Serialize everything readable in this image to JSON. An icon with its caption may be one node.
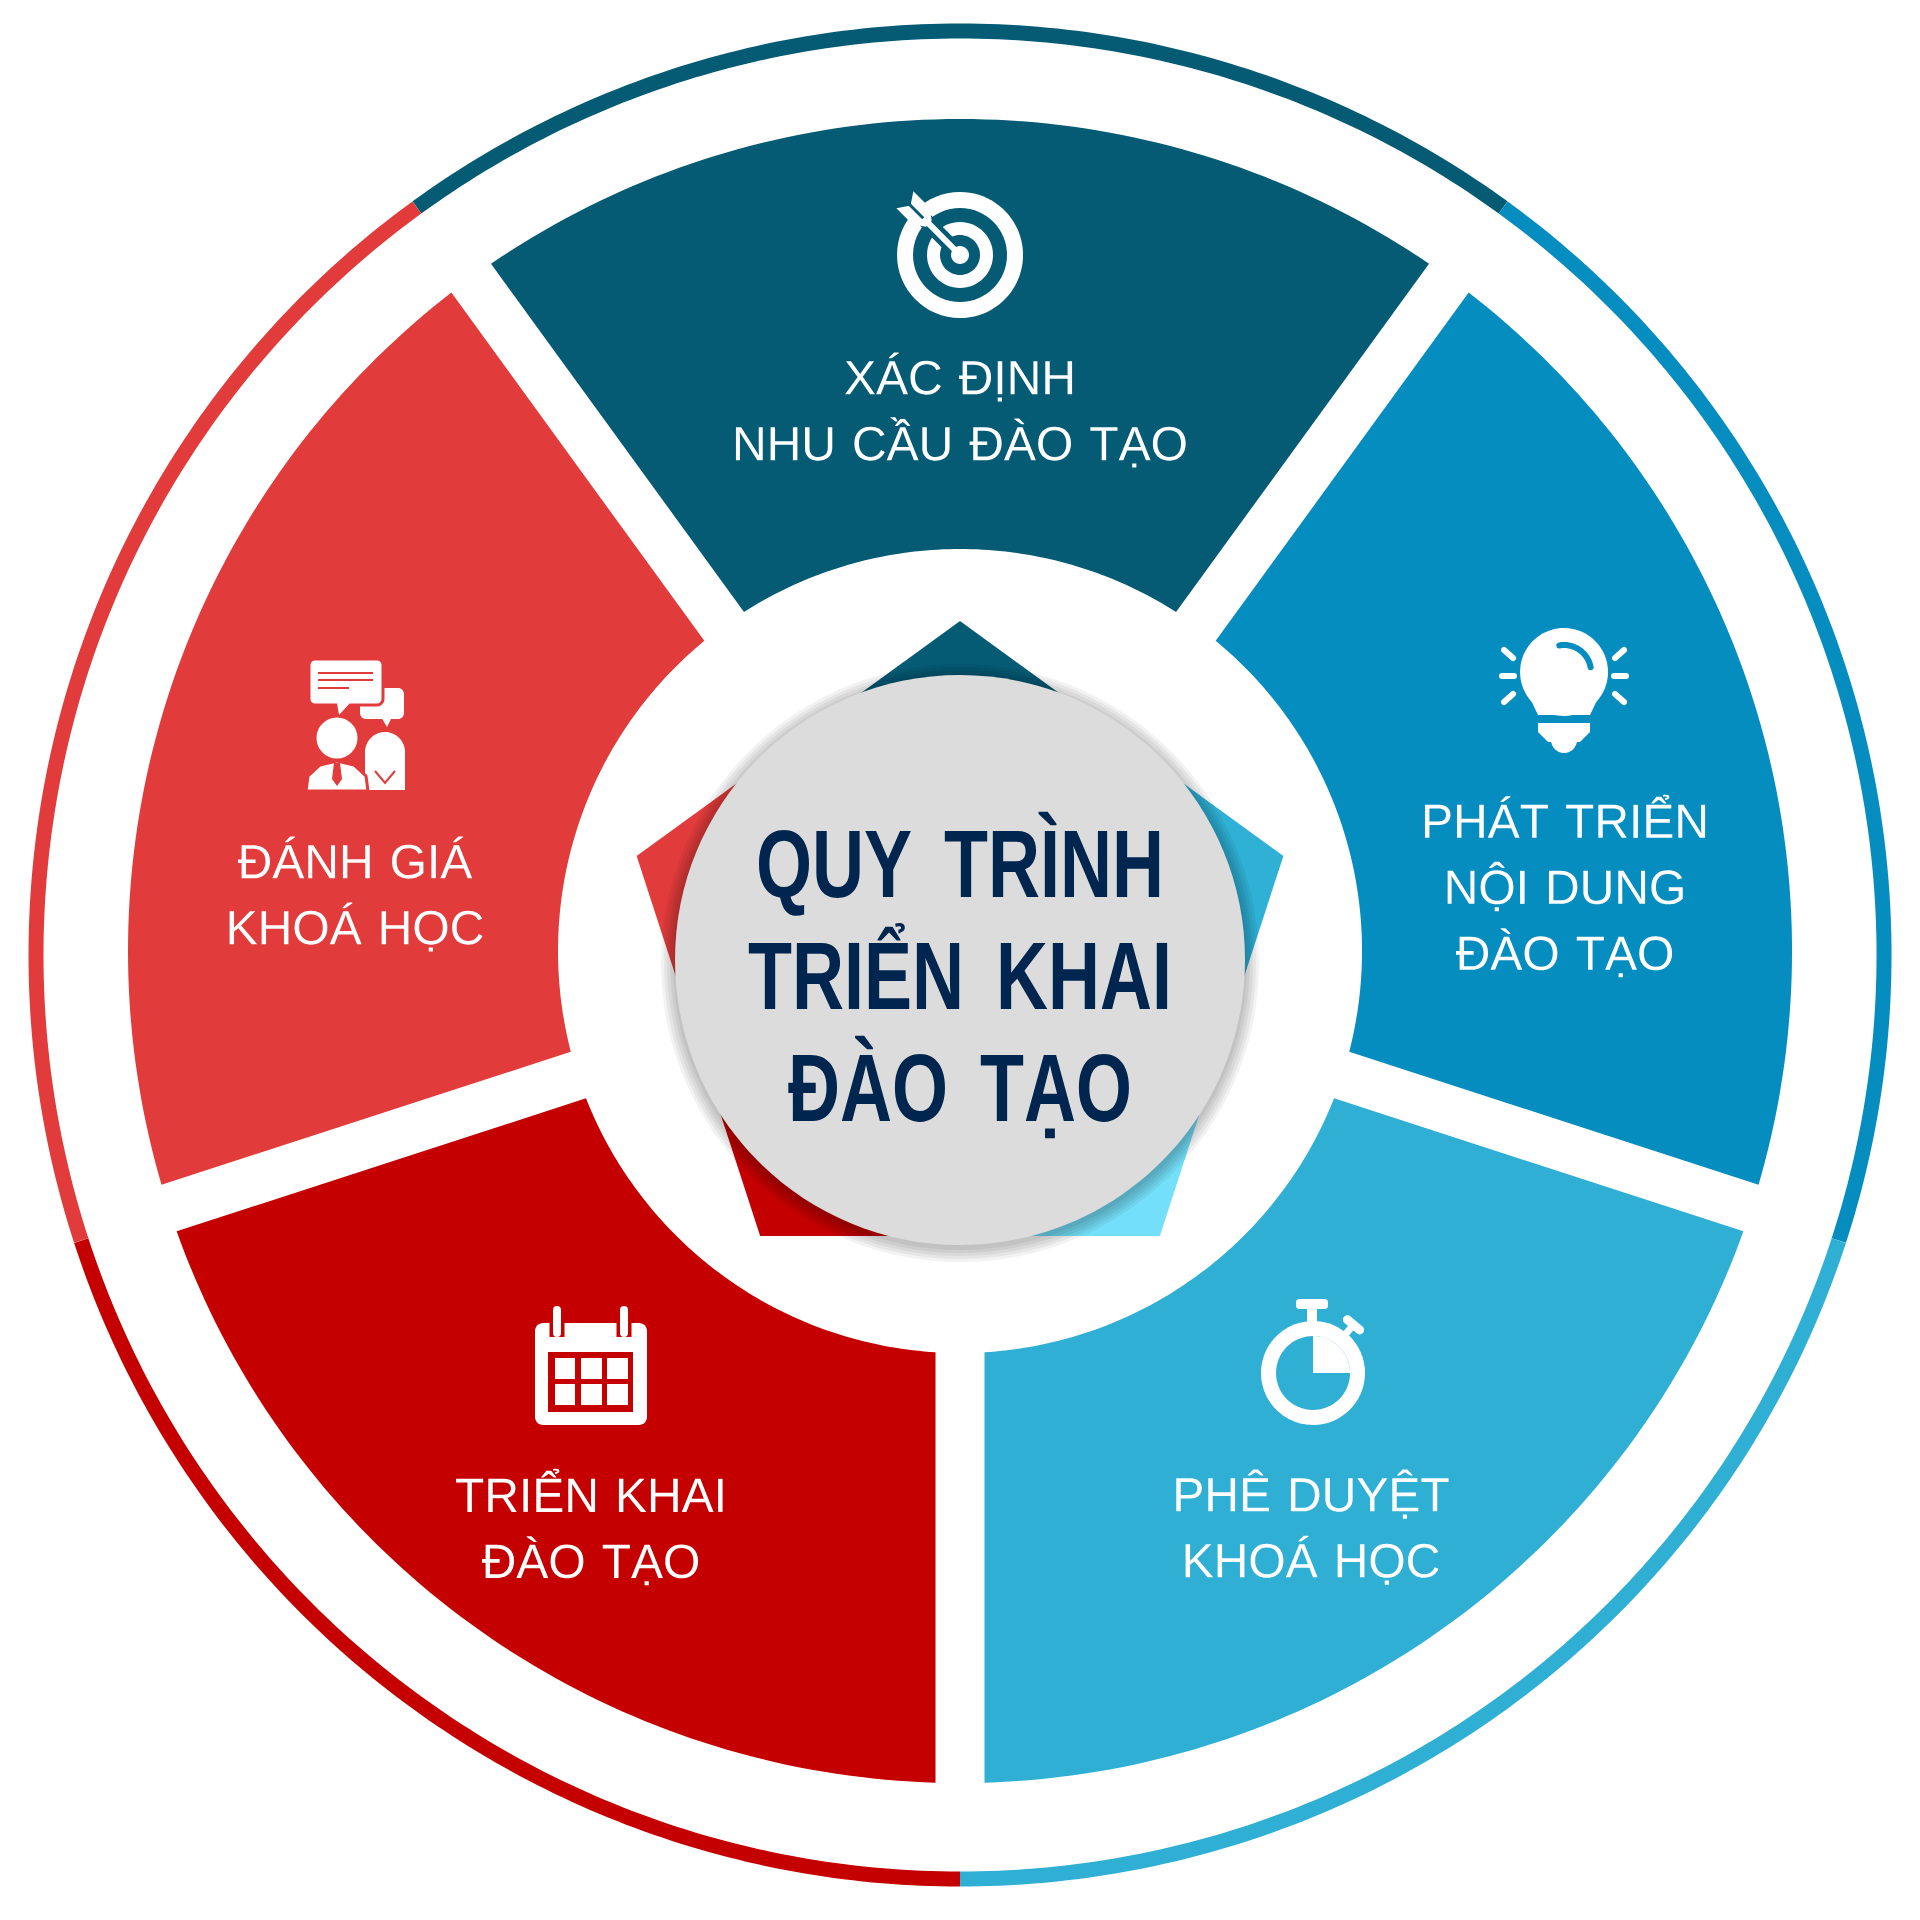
{
  "diagram": {
    "nodes": [
      {
        "text": [
          "QUY TRÌNH TRIỂN KHAI ĐÀO TẠO"
        ]
      },
      {
        "text": [
          "XÁC ĐỊNH NHU CẦU ĐÀO TẠO"
        ]
      },
      {
        "text": [
          "PHÁT TRIỂN NỘI DUNG ĐÀO TẠO"
        ]
      },
      {
        "text": [
          "PHÊ DUYỆT KHOÁ HỌC"
        ]
      },
      {
        "text": [
          "TRIỂN KHAI ĐÀO TẠO"
        ]
      },
      {
        "text": [
          "ĐÁNH GIÁ KHOÁ HỌC"
        ]
      }
    ]
  }
}
